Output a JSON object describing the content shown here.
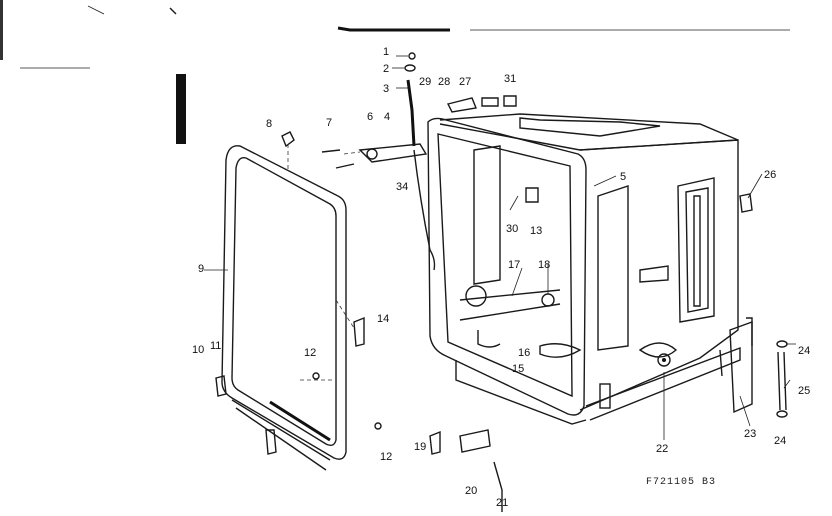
{
  "diagram": {
    "labels": [
      {
        "id": "l1",
        "text": "1"
      },
      {
        "id": "l2",
        "text": "2"
      },
      {
        "id": "l3",
        "text": "3"
      },
      {
        "id": "l4",
        "text": "4"
      },
      {
        "id": "l5",
        "text": "5"
      },
      {
        "id": "l6",
        "text": "6"
      },
      {
        "id": "l7",
        "text": "7"
      },
      {
        "id": "l8",
        "text": "8"
      },
      {
        "id": "l9",
        "text": "9"
      },
      {
        "id": "l10",
        "text": "10"
      },
      {
        "id": "l11",
        "text": "11"
      },
      {
        "id": "l12a",
        "text": "12"
      },
      {
        "id": "l12b",
        "text": "12"
      },
      {
        "id": "l13",
        "text": "13"
      },
      {
        "id": "l14",
        "text": "14"
      },
      {
        "id": "l15",
        "text": "15"
      },
      {
        "id": "l16",
        "text": "16"
      },
      {
        "id": "l17",
        "text": "17"
      },
      {
        "id": "l18",
        "text": "18"
      },
      {
        "id": "l19",
        "text": "19"
      },
      {
        "id": "l20",
        "text": "20"
      },
      {
        "id": "l21",
        "text": "21"
      },
      {
        "id": "l22",
        "text": "22"
      },
      {
        "id": "l23",
        "text": "23"
      },
      {
        "id": "l24a",
        "text": "24"
      },
      {
        "id": "l24b",
        "text": "24"
      },
      {
        "id": "l25",
        "text": "25"
      },
      {
        "id": "l26",
        "text": "26"
      },
      {
        "id": "l27",
        "text": "27"
      },
      {
        "id": "l28",
        "text": "28"
      },
      {
        "id": "l29",
        "text": "29"
      },
      {
        "id": "l30",
        "text": "30"
      },
      {
        "id": "l31",
        "text": "31"
      },
      {
        "id": "l34",
        "text": "34"
      }
    ],
    "drawing_code": "F721105 B3"
  }
}
